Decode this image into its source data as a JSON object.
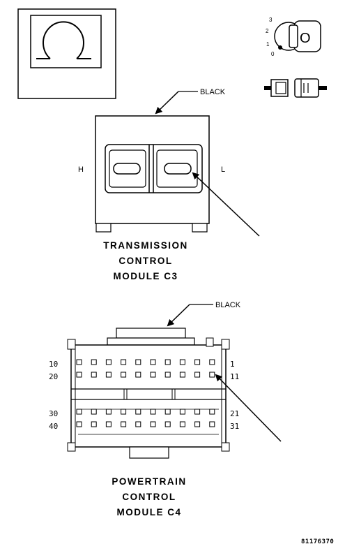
{
  "ohm_symbol": "Ω",
  "ignition": {
    "positions": [
      "3",
      "2",
      "1",
      "0"
    ],
    "key_label": "O",
    "icon": "ignition-key-icon",
    "connector_icon": "disconnected-connector-icon"
  },
  "tcm": {
    "wire_color_label": "BLACK",
    "left_cavity_label": "H",
    "right_cavity_label": "L",
    "title_lines": [
      "TRANSMISSION",
      "CONTROL",
      "MODULE C3"
    ]
  },
  "pcm": {
    "wire_color_label": "BLACK",
    "pin_labels": {
      "row1_left": "10",
      "row1_right": "1",
      "row2_left": "20",
      "row2_right": "11",
      "row3_left": "30",
      "row3_right": "21",
      "row4_left": "40",
      "row4_right": "31"
    },
    "title_lines": [
      "POWERTRAIN",
      "CONTROL",
      "MODULE C4"
    ]
  },
  "figure_code": "81176370"
}
